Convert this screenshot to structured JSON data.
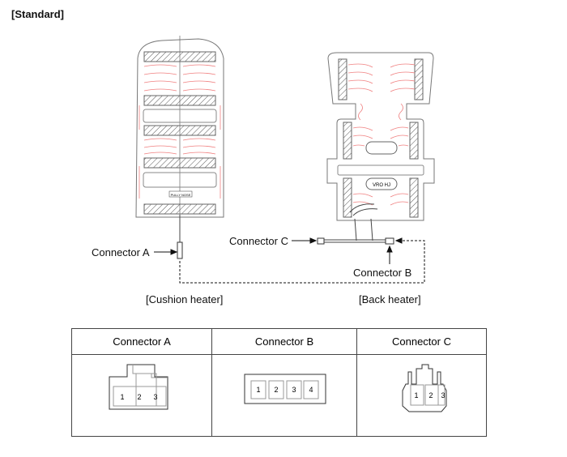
{
  "title": "[Standard]",
  "labels": {
    "connector_a": "Connector A",
    "connector_b": "Connector B",
    "connector_c": "Connector C",
    "cushion": "[Cushion heater]",
    "back": "[Back heater]"
  },
  "seat_marks": {
    "cushion_tag": "PULLY NOSE",
    "back_tag": "VRO HJ"
  },
  "table": {
    "headers": [
      "Connector A",
      "Connector B",
      "Connector C"
    ],
    "pins": {
      "a": [
        "1",
        "2",
        "3"
      ],
      "b": [
        "1",
        "2",
        "3",
        "4"
      ],
      "c": [
        "1",
        "2",
        "3"
      ]
    }
  },
  "colors": {
    "heater_wire": "#f08080",
    "line": "#444444"
  }
}
